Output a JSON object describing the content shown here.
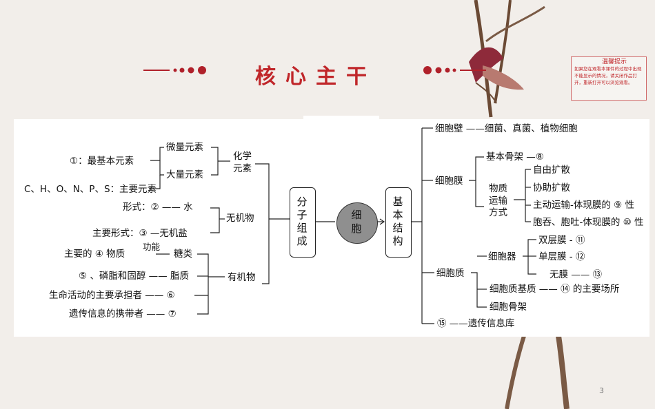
{
  "slide": {
    "title": "核心主干",
    "page_number": "3",
    "tip_title": "温馨提示",
    "tip_body": "如果您在观看本课件的过程中出现不能显示的情况，请关闭作品打开，重新打开可以浏览观看。"
  },
  "left": {
    "weiliang": "微量元素",
    "daliang": "大量元素",
    "zuijiben": "①：最基本元素",
    "zhuyao": "C、H、O、N、P、S：主要元素",
    "huaxue_1": "化学",
    "huaxue_2": "元素",
    "xingshi": "形式：② —— 水",
    "zhuyaoxingshi": "主要形式：③ —无机盐",
    "wujiwu": "无机物",
    "zhuyaode": "主要的 ④ 物质",
    "gongneng": "功能",
    "tanglei": "糖类",
    "linzhi": "⑤ 、磷脂和固醇 —— 脂质",
    "shengming": "生命活动的主要承担者 —— ⑥",
    "yichuan": "遗传信息的携带者 —— ⑦",
    "youjiwu": "有机物"
  },
  "center": {
    "fenzi": [
      "分",
      "子",
      "组",
      "成"
    ],
    "xibao": [
      "细",
      "胞"
    ],
    "jiben": [
      "基",
      "本",
      "结",
      "构"
    ]
  },
  "right": {
    "xibaobi": "细胞壁 ——细菌、真菌、植物细胞",
    "xibaomo": "细胞膜",
    "gujia": "基本骨架 —⑧",
    "wuzhi": [
      "物质",
      "运输",
      "方式"
    ],
    "ziyou": "自由扩散",
    "xiezhu": "协助扩散",
    "zhudong": "主动运输-体现膜的 ⑨ 性",
    "baotun": "胞吞、胞吐-体现膜的 ⑩ 性",
    "xibaozhi": "细胞质",
    "xibaoqi": "细胞器",
    "shuangceng": "双层膜 - ⑪",
    "danceng": "单层膜 - ⑫",
    "wumo": "无膜 —— ⑬",
    "jizhi": "细胞质基质 —— ⑭ 的主要场所",
    "xibaogujia": "细胞骨架",
    "yichuanxinxi": "⑮ ——遗传信息库"
  }
}
